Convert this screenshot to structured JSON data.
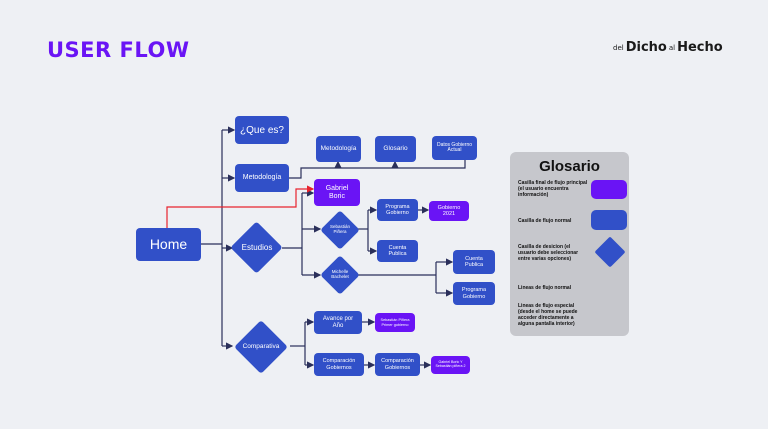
{
  "header": {
    "title": "USER FLOW",
    "brand": {
      "part1": "del",
      "part2": "Dicho",
      "part3": "al",
      "part4": "Hecho"
    }
  },
  "nodes": {
    "home": "Home",
    "que_es": "¿Que es?",
    "metodologia": "Metodología",
    "estudios": "Estudios",
    "comparativa": "Comparativa",
    "metodologia2": "Metodología",
    "glosario": "Glosario",
    "datos_gobierno": "Datos Gobierno Actual",
    "gabriel_boric": "Gabriel Boric",
    "sebastian_pinera": "Sebastián Piñera",
    "programa_gobierno_1": "Programa Gobierno",
    "gobierno_2021": "Gobierno 2021",
    "cuenta_publica_1": "Cuenta Publica",
    "michelle_bachelet": "Michelle Bachelet",
    "cuenta_publica_2": "Cuenta Publica",
    "programa_gobierno_2": "Programa Gobierno",
    "avance_por_ano": "Avance por Año",
    "sebastian_pinera_primer": "Sebastián Piñera Primer gobierno",
    "comparacion_gobiernos_1": "Comparación Gobiernos",
    "comparacion_gobiernos_2": "Comparación Gobiernos",
    "gabriel_boric_vs": "Gabriel Boric Y Sebastián piñera 2"
  },
  "legend": {
    "title": "Glosario",
    "items": [
      {
        "label": "Casilla final de flujo principal (el usuario encuentra información)"
      },
      {
        "label": "Casilla de flujo normal"
      },
      {
        "label": "Casilla de desicion (el usuario debe seleccionar entre varias opciones)"
      },
      {
        "label": "Lineas de flujo normal"
      },
      {
        "label": "Lineas de flujo especial (desde el home se puede acceder directamente a alguna pantalla interior)"
      }
    ]
  },
  "colors": {
    "accent": "#6a14f5",
    "normal": "#3150c8",
    "line": "#2a2f5a",
    "special_line": "#e8232e",
    "background": "#eef0f4"
  }
}
